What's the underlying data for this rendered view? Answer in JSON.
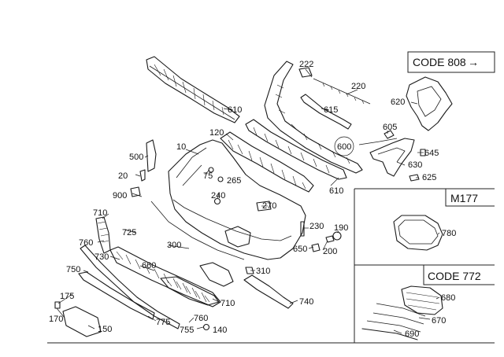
{
  "codes": {
    "top": "CODE 808",
    "top_arrow": "→",
    "m177": "M177",
    "code772": "CODE 772"
  },
  "part_numbers": {
    "p222": "222",
    "p220": "220",
    "p610a": "610",
    "p615": "615",
    "p620": "620",
    "p120": "120",
    "p10": "10",
    "p605": "605",
    "p600": "600",
    "p645": "645",
    "p630": "630",
    "p625": "625",
    "p500": "500",
    "p20": "20",
    "p75": "75",
    "p265": "265",
    "p240": "240",
    "p900": "900",
    "p270": "270",
    "p610b": "610",
    "p710a": "710",
    "p230": "230",
    "p190": "190",
    "p725": "725",
    "p760a": "760",
    "p300": "300",
    "p650": "650",
    "p200": "200",
    "p730": "730",
    "p660": "660",
    "p310": "310",
    "p750": "750",
    "p740": "740",
    "p710b": "710",
    "p175": "175",
    "p775": "775",
    "p760b": "760",
    "p170": "170",
    "p150": "150",
    "p755": "755",
    "p140": "140",
    "p780": "780",
    "p680": "680",
    "p670": "670",
    "p690": "690"
  },
  "icons": {
    "diagram": "front-bumper-exploded-parts-diagram"
  }
}
